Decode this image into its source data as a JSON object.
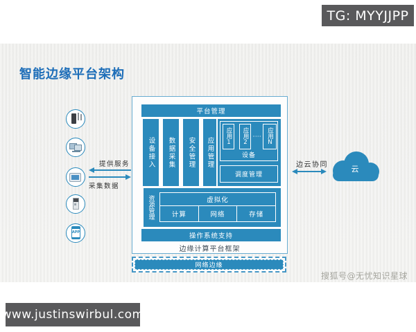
{
  "overlays": {
    "tg_label": "TG: MYYJJPP",
    "url_label": "www.justinswirbul.com",
    "watermark": "搜狐号@无忧知识星球"
  },
  "title": "智能边缘平台架构",
  "diagram": {
    "platform_bar": "平台管理",
    "columns": [
      "设备接入",
      "数据采集",
      "安全管理",
      "应用管理"
    ],
    "apps": {
      "items": [
        "应用1",
        "应用2",
        "应用N"
      ],
      "dots": "·····",
      "device_label": "设备"
    },
    "scheduling": "调度管理",
    "resource_mgmt": "资源管理",
    "virtualization": "虚拟化",
    "virt_cells": [
      "计算",
      "网络",
      "存储"
    ],
    "os_support": "操作系统支持",
    "framework_label": "边缘计算平台框架",
    "network_edge": "网络边缘"
  },
  "left": {
    "icons": [
      {
        "name": "iot-gateway-icon"
      },
      {
        "name": "industrial-pc-icon"
      },
      {
        "name": "hmi-touch-panel-icon"
      },
      {
        "name": "plc-device-icon"
      },
      {
        "name": "mobile-app-icon",
        "label": "APP"
      }
    ],
    "provide_label": "提供服务",
    "collect_label": "采集数据"
  },
  "right": {
    "collab_label": "边云协同",
    "cloud_label": "云"
  },
  "colors": {
    "primary_blue": "#2b8abc",
    "title_blue": "#1c6db8",
    "badge_gray": "#59595b",
    "slide_bg": "#f1f1ef",
    "watermark_gray": "#97978f"
  }
}
